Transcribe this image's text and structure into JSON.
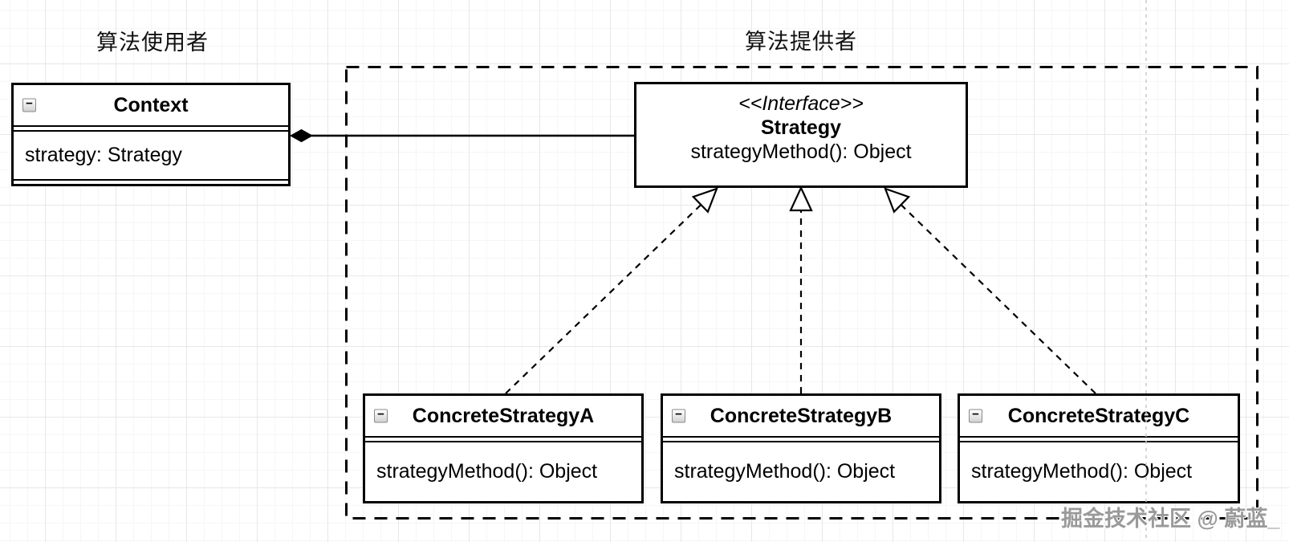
{
  "diagram": {
    "consumer_label": "算法使用者",
    "provider_label": "算法提供者"
  },
  "context_class": {
    "name": "Context",
    "attribute": "strategy: Strategy"
  },
  "strategy_interface": {
    "stereotype": "<<Interface>>",
    "name": "Strategy",
    "operation": "strategyMethod(): Object"
  },
  "concrete_strategy_a": {
    "name": "ConcreteStrategyA",
    "operation": "strategyMethod(): Object"
  },
  "concrete_strategy_b": {
    "name": "ConcreteStrategyB",
    "operation": "strategyMethod(): Object"
  },
  "concrete_strategy_c": {
    "name": "ConcreteStrategyC",
    "operation": "strategyMethod(): Object"
  },
  "relationships": [
    {
      "from": "Context",
      "to": "Strategy",
      "type": "composition"
    },
    {
      "from": "ConcreteStrategyA",
      "to": "Strategy",
      "type": "realization"
    },
    {
      "from": "ConcreteStrategyB",
      "to": "Strategy",
      "type": "realization"
    },
    {
      "from": "ConcreteStrategyC",
      "to": "Strategy",
      "type": "realization"
    }
  ],
  "ui": {
    "collapse_glyph": "−"
  },
  "watermark": {
    "text": "掘金技术社区 @ 蔚蓝_"
  },
  "colors": {
    "stroke": "#000000",
    "grid_major": "#e7e7e7",
    "grid_minor": "#f6f6f6",
    "guide_line": "#c9c9c9",
    "watermark": "#9a9a9a"
  }
}
